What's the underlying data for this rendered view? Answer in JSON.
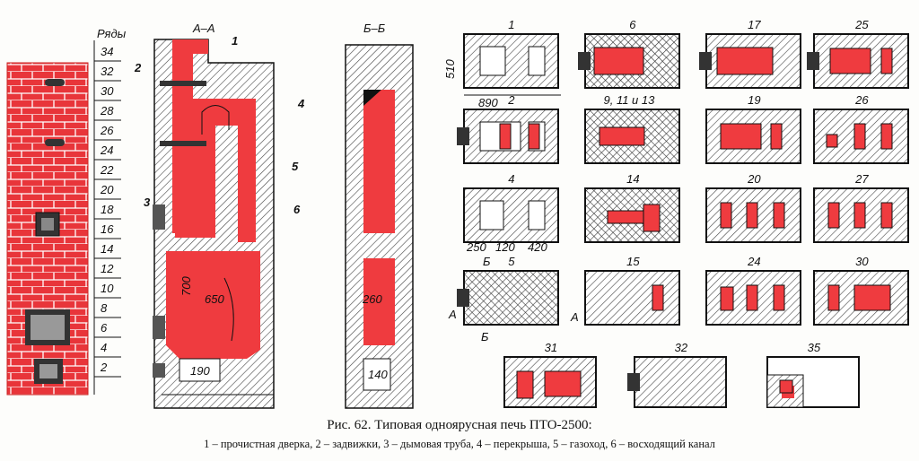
{
  "figure": {
    "caption_title": "Рис. 62. Типовая одноярусная печь ПТО-2500:",
    "caption_legend": "1 – прочистная дверка, 2 – задвижки, 3 – дымовая труба, 4 – перекрыша, 5 – газоход, 6 – восходящий канал"
  },
  "elevation": {
    "rows_title": "Ряды",
    "rows": [
      "34",
      "32",
      "30",
      "28",
      "26",
      "24",
      "22",
      "20",
      "18",
      "16",
      "14",
      "12",
      "10",
      "8",
      "6",
      "4",
      "2"
    ]
  },
  "section_aa": {
    "title": "А–А",
    "callouts": [
      "1",
      "2",
      "3",
      "4",
      "5",
      "6"
    ],
    "dim_height": "700",
    "dim_width": "650",
    "dim_bottom": "190"
  },
  "section_bb": {
    "title": "Б–Б",
    "dim_width": "260",
    "dim_bottom": "140"
  },
  "plans": {
    "dim_depth": "510",
    "dim_length": "890",
    "dims_row4": [
      "250",
      "120",
      "420"
    ],
    "cut_marks": [
      "А",
      "А",
      "Б",
      "Б"
    ],
    "labels": [
      "1",
      "6",
      "17",
      "25",
      "2",
      "9, 11 и 13",
      "19",
      "26",
      "4",
      "14",
      "20",
      "27",
      "5",
      "15",
      "24",
      "30",
      "31",
      "32",
      "35"
    ]
  },
  "colors": {
    "brick": "#e8353a",
    "fire": "#ef3b3f",
    "line": "#1a1a1a"
  }
}
